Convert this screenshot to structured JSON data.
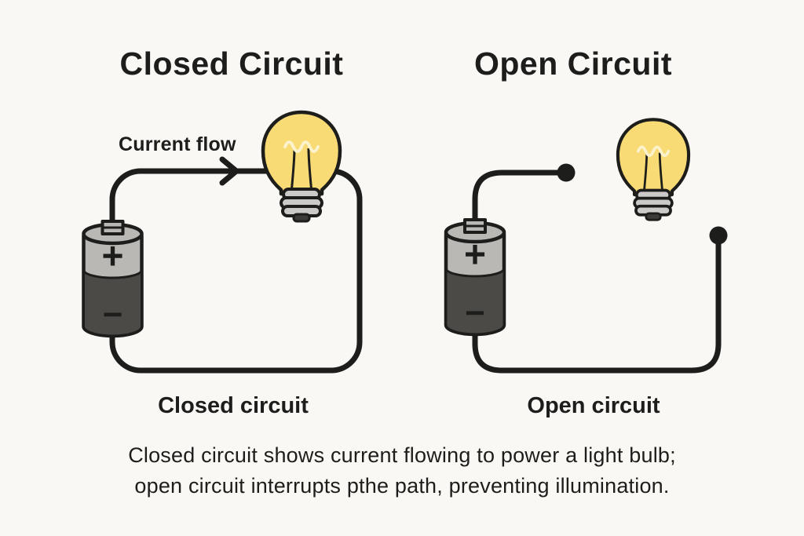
{
  "colors": {
    "background": "#faf8f4",
    "ink": "#1d1d1b",
    "bulb_yellow": "#f8db74",
    "bulb_highlight": "#fcf2cd",
    "bulb_base_gray": "#cbcac8",
    "bulb_tip_dark": "#3c3b39",
    "battery_top_gray": "#b9b8b4",
    "battery_body_dark": "#4b4a47"
  },
  "left_panel": {
    "title": "Closed Circuit",
    "current_flow_label": "Current flow",
    "caption": "Closed circuit",
    "battery": {
      "positive": "+",
      "negative": "−"
    }
  },
  "right_panel": {
    "title": "Open Circuit",
    "caption": "Open circuit",
    "battery": {
      "positive": "+",
      "negative": "−"
    }
  },
  "footer": {
    "line1": "Closed circuit shows current flowing to power a light bulb;",
    "line2": "open circuit interrupts pthe path, preventing illumination."
  }
}
